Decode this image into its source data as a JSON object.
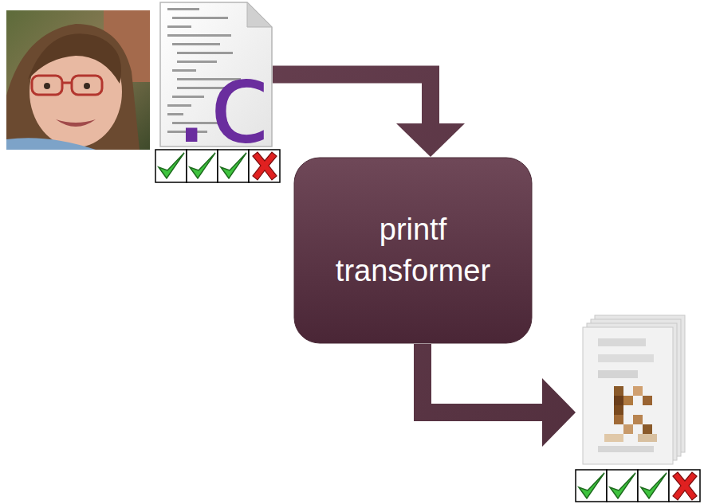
{
  "diagram": {
    "nodes": [
      {
        "text": [
          ".c"
        ]
      },
      {
        "text": [
          "printf transformer"
        ]
      },
      {
        "text": []
      }
    ],
    "edges": [
      {
        "from": 0,
        "to": 1,
        "arrow": "to"
      },
      {
        "from": 1,
        "to": 2,
        "arrow": "to"
      }
    ]
  }
}
